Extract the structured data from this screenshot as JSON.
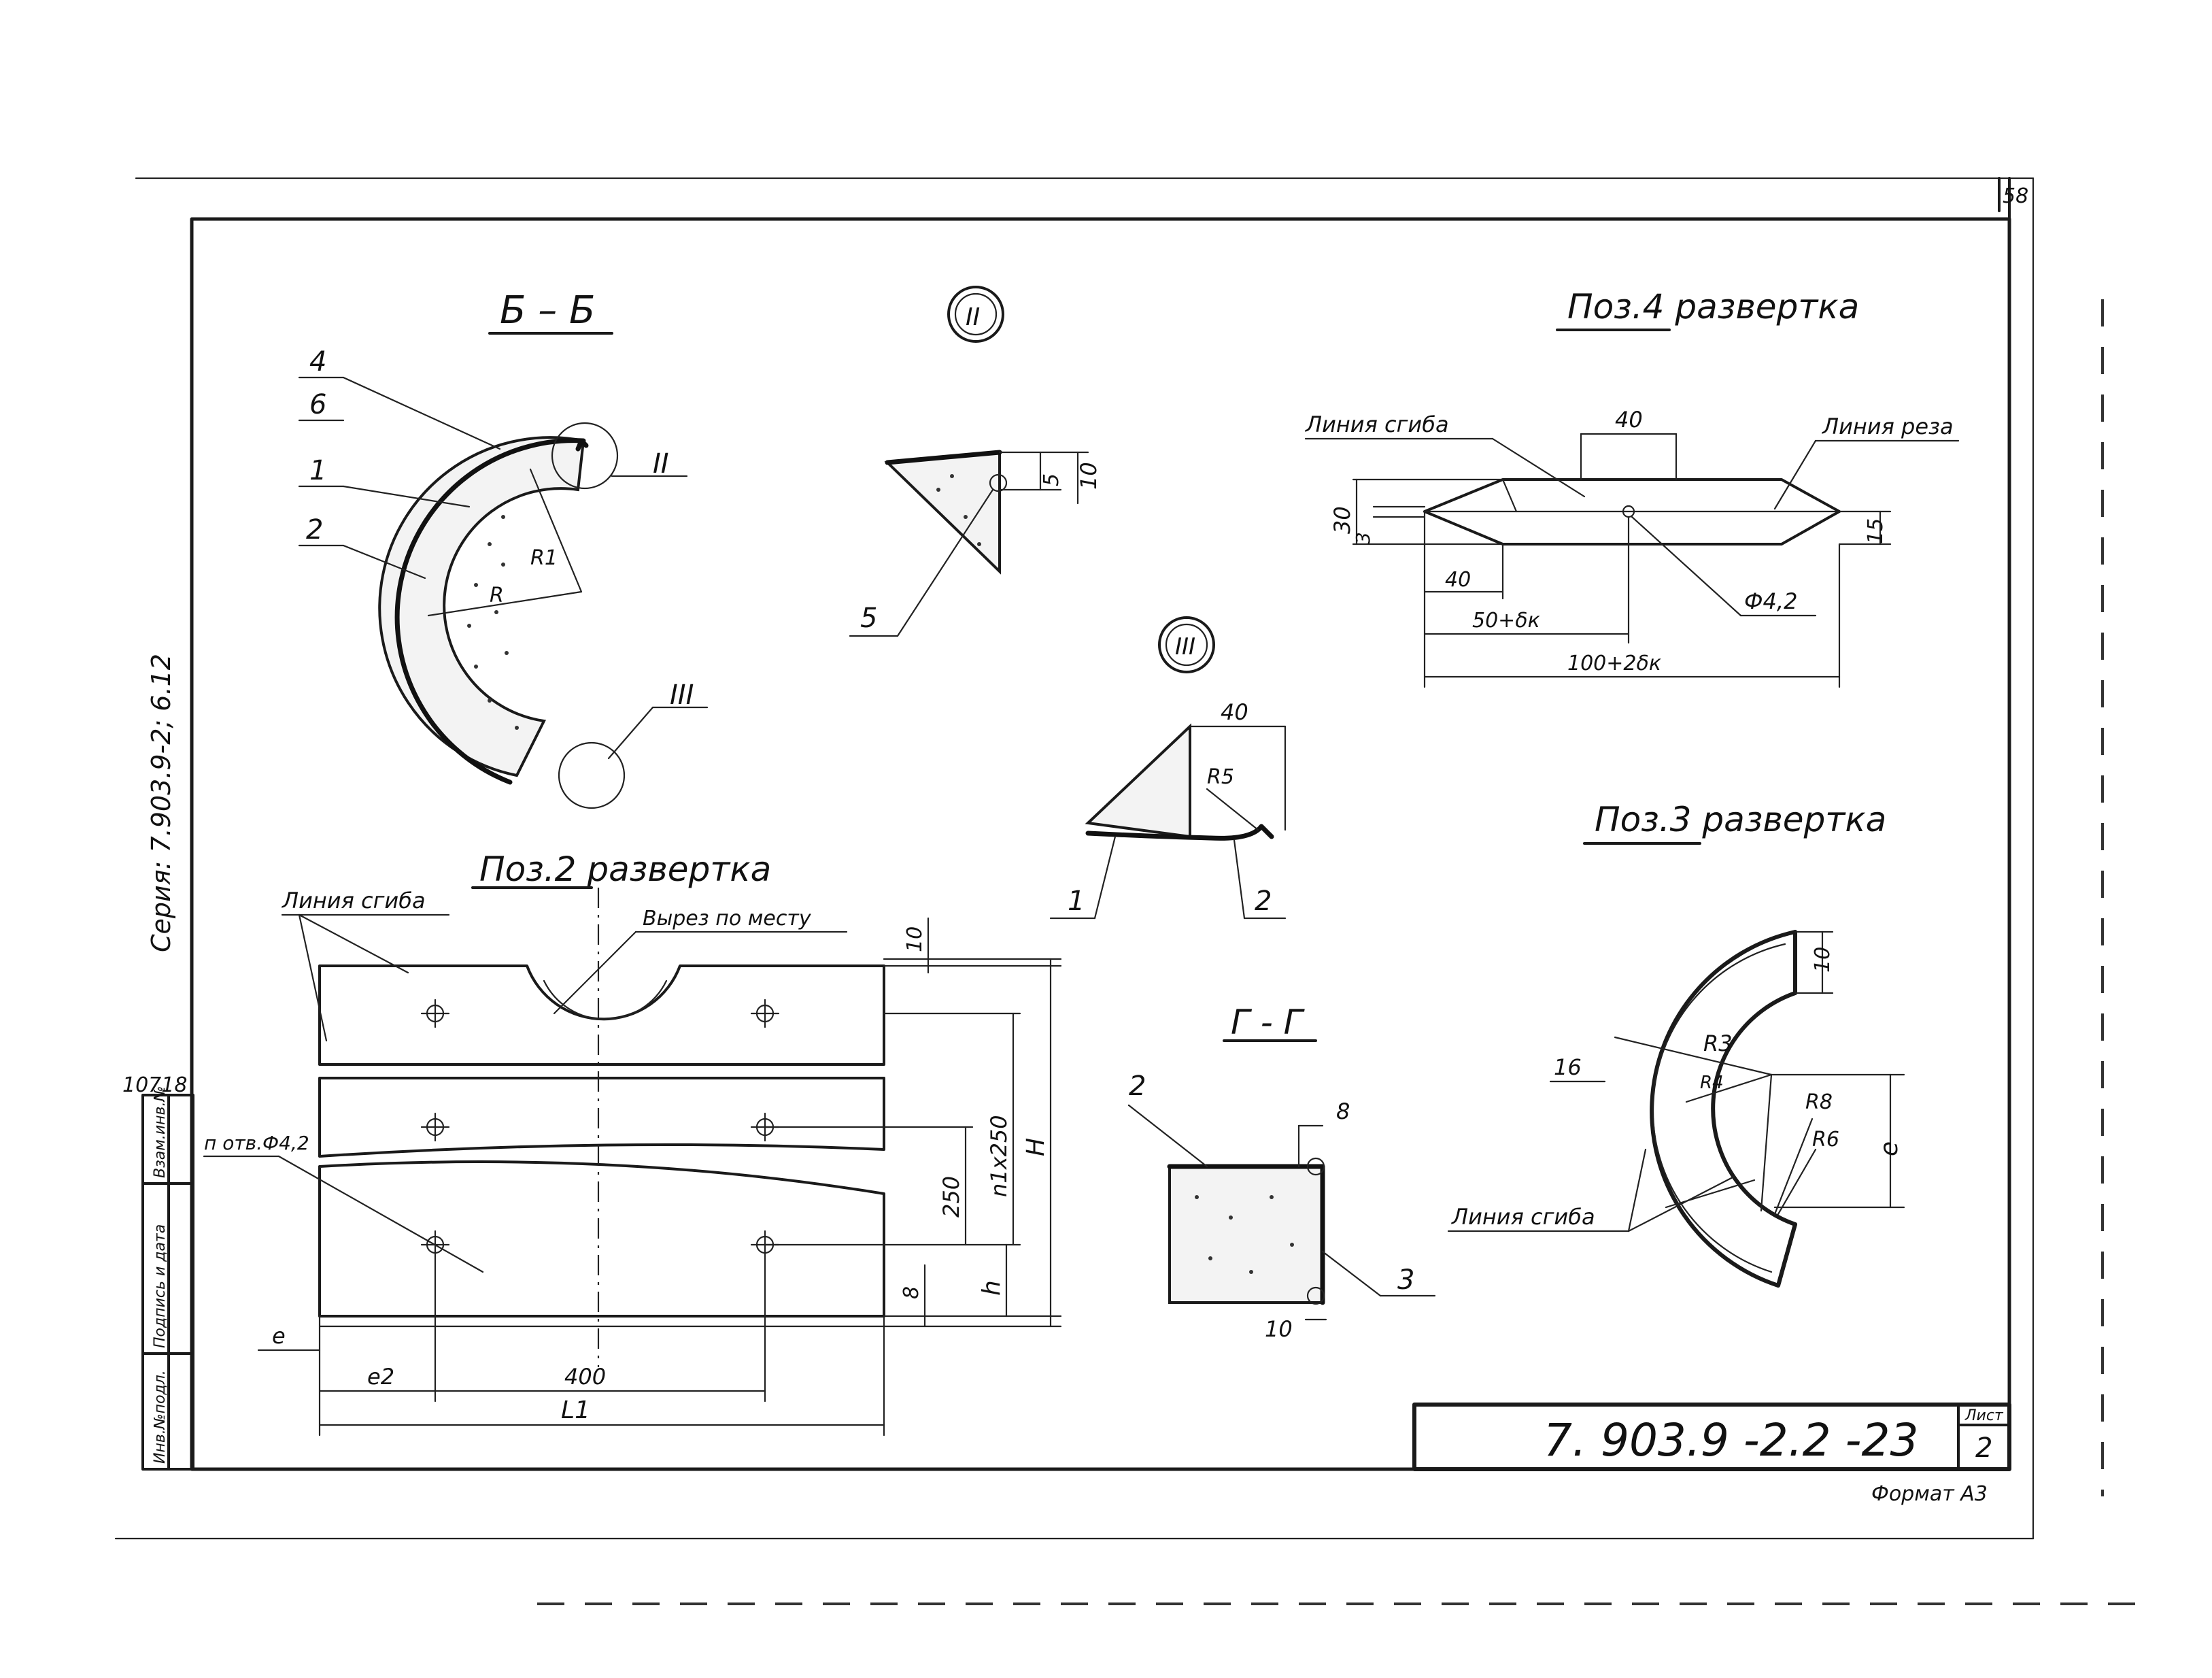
{
  "sheet": {
    "page_number": "58",
    "series_label": "Серия: 7.903.9-2; 6.12",
    "archive_number": "10718",
    "designation": "7. 903.9 -2.2 -23",
    "sheet_label": "Лист",
    "sheet_number": "2",
    "format": "Формат А3",
    "stamp_columns": [
      "Инв.№подл.",
      "Подпись и дата",
      "Взам.инв.№"
    ]
  },
  "section_bb": {
    "title": "Б – Б",
    "callouts": [
      "4",
      "6",
      "1",
      "2"
    ],
    "node_refs": [
      "II",
      "III"
    ],
    "radius_labels": [
      "R1",
      "R"
    ]
  },
  "node_2": {
    "marker": "II",
    "dims": [
      "10",
      "5"
    ],
    "callout": "5"
  },
  "node_3": {
    "marker": "III",
    "dims": [
      "40",
      "R5"
    ],
    "callouts": [
      "1",
      "2"
    ]
  },
  "pos4": {
    "title": "Поз.4 развертка",
    "bend_line": "Линия сгиба",
    "cut_line": "Линия реза",
    "dims": {
      "top": "40",
      "height": "30",
      "small": "3",
      "right": "15",
      "left40": "40",
      "mid": "50+δк",
      "total": "100+2δк",
      "hole": "Ф4,2"
    }
  },
  "pos2": {
    "title": "Поз.2 развертка",
    "bend_line": "Линия сгиба",
    "cutout": "Вырез по месту",
    "hole": "п отв.Ф4,2",
    "dims": {
      "top": "10",
      "step": "250",
      "pitch": "n1x250",
      "H": "H",
      "h": "h",
      "eight": "8",
      "e": "e",
      "e2": "e2",
      "width400": "400",
      "L1": "L1"
    }
  },
  "section_gg": {
    "title": "Г - Г",
    "callouts": [
      "2",
      "3"
    ],
    "dims": [
      "8",
      "10"
    ]
  },
  "pos3": {
    "title": "Поз.3 развертка",
    "bend_line": "Линия сгиба",
    "dims": {
      "ten": "10",
      "sixteen": "16",
      "R3": "R3",
      "R4": "R4",
      "R8": "R8",
      "R6": "R6",
      "e": "e"
    }
  }
}
